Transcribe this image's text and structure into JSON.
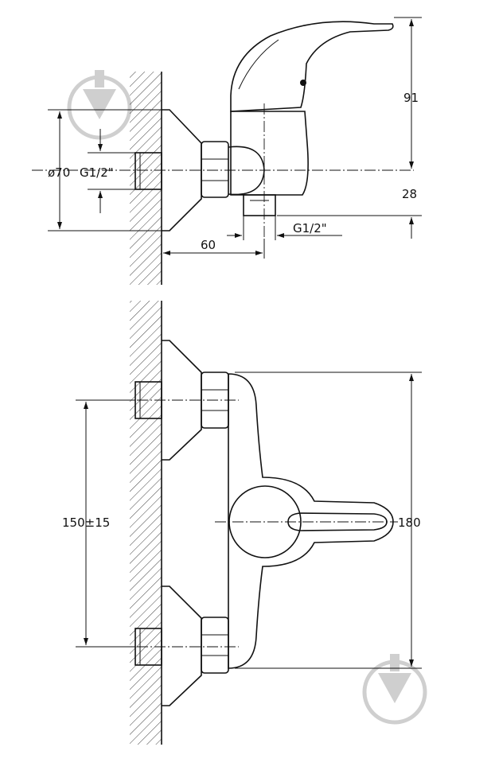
{
  "top_view": {
    "dim_diameter": "ø70",
    "dim_thread_inlet": "G1/2\"",
    "dim_height": "91",
    "dim_outlet_drop": "28",
    "dim_thread_outlet": "G1/2\"",
    "dim_depth": "60"
  },
  "front_view": {
    "dim_centers": "150±15",
    "dim_length": "180"
  },
  "colors": {
    "line": "#111111",
    "watermark": "#cfcfcf"
  },
  "icons": [
    "watermark-logo-icon",
    "watermark-logo-icon"
  ]
}
